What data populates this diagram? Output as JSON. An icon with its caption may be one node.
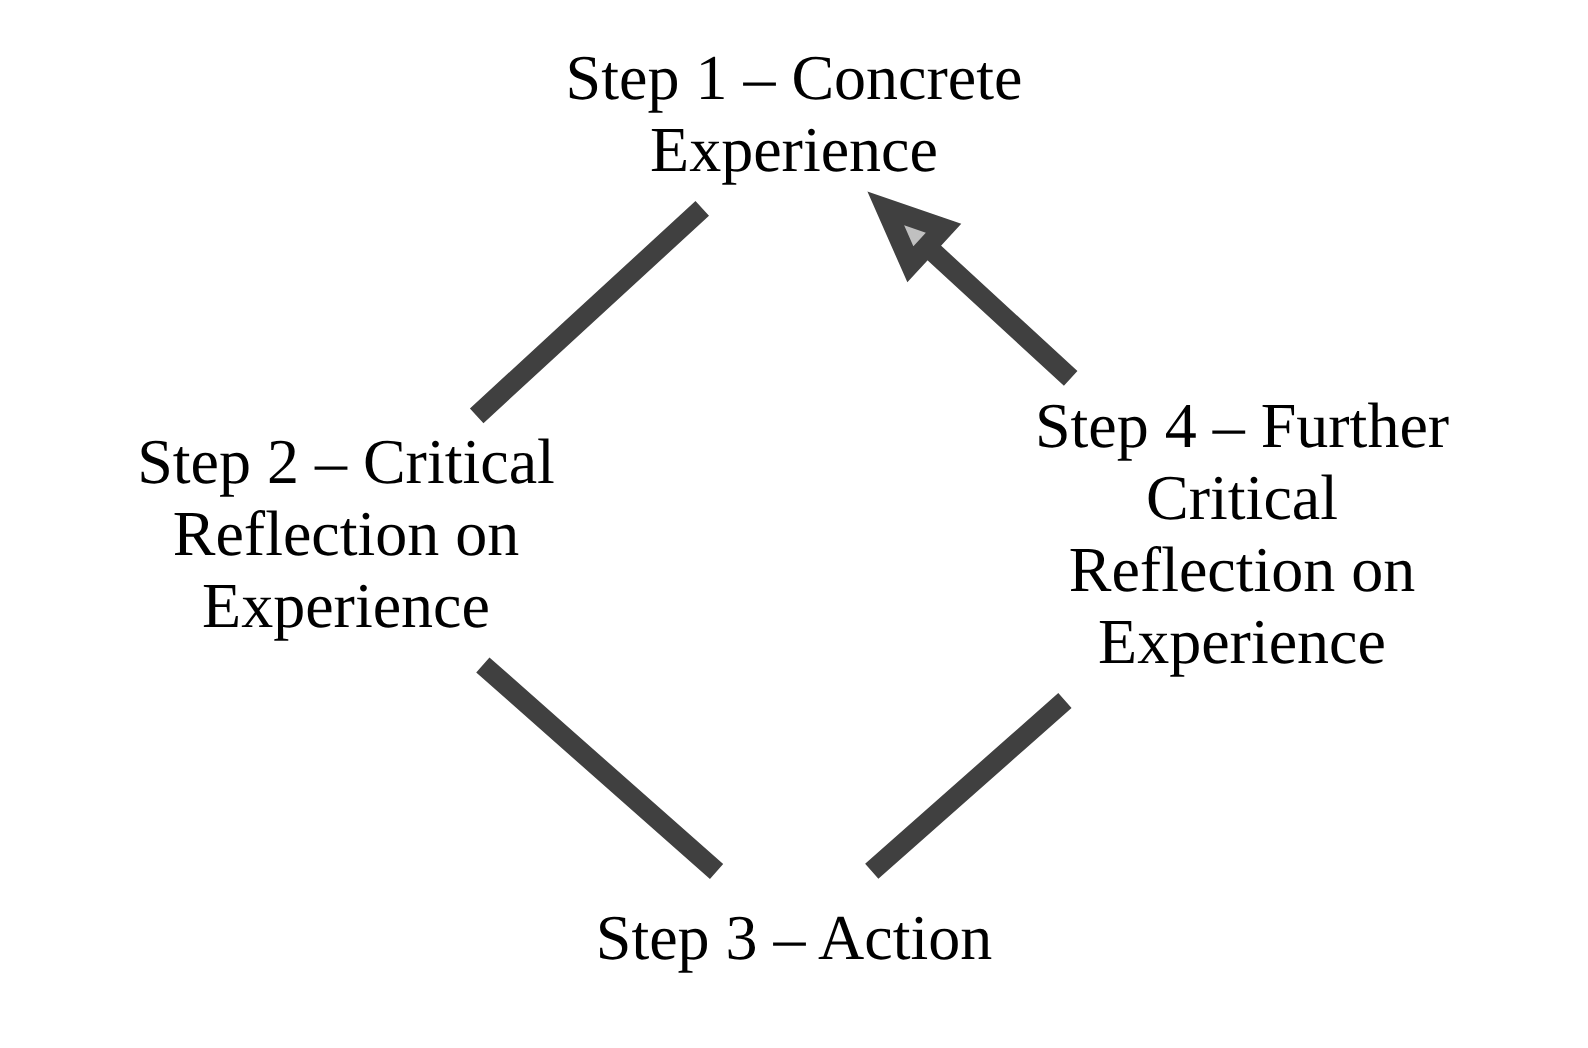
{
  "diagram": {
    "nodes": [
      {
        "text": [
          "Step 1 – Concrete Experience"
        ]
      },
      {
        "text": [
          "Step 2 – Critical Reflection on Experience"
        ]
      },
      {
        "text": [
          "Step 3 – Action"
        ]
      },
      {
        "text": [
          "Step 4 – Further Critical Reflection on Experience"
        ]
      }
    ],
    "edges": [
      {
        "from": 0,
        "to": 1,
        "arrow": "none"
      },
      {
        "from": 1,
        "to": 2,
        "arrow": "none"
      },
      {
        "from": 2,
        "to": 3,
        "arrow": "none"
      },
      {
        "from": 3,
        "to": 0,
        "arrow": "to"
      }
    ]
  }
}
